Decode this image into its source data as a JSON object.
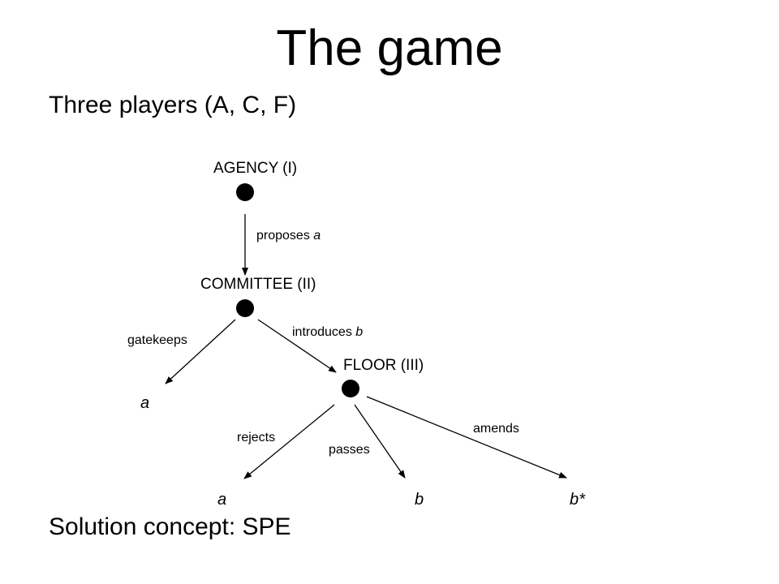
{
  "title": "The game",
  "bullets": {
    "players": "Three players  (A, C, F)",
    "solution": "Solution concept: SPE"
  },
  "tree": {
    "nodes": {
      "agency": "AGENCY (I)",
      "committee": "COMMITTEE (II)",
      "floor": "FLOOR (III)"
    },
    "edges": {
      "proposes_text": "proposes ",
      "proposes_var": "a",
      "gatekeeps": "gatekeeps",
      "introduces_text": "introduces ",
      "introduces_var": "b",
      "rejects": "rejects",
      "passes": "passes",
      "amends": "amends"
    },
    "outcomes": {
      "gatekeep": "a",
      "reject": "a",
      "pass": "b",
      "amend": "b*"
    }
  },
  "colors": {
    "ink": "#000000",
    "background": "#ffffff"
  }
}
